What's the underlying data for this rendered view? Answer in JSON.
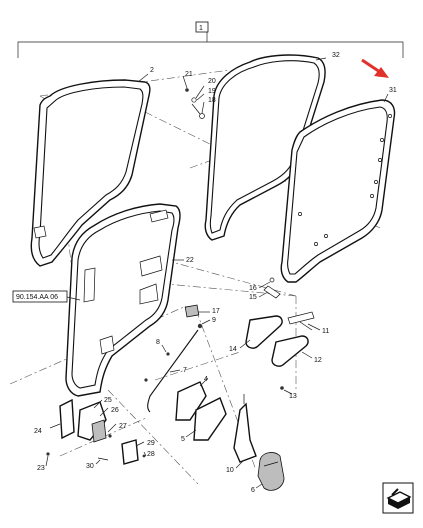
{
  "callouts": {
    "c1": "1",
    "c2": "2",
    "c4": "4",
    "c5": "5",
    "c6": "6",
    "c7": "7",
    "c8": "8",
    "c9": "9",
    "c10": "10",
    "c11": "11",
    "c12": "12",
    "c13": "13",
    "c14": "14",
    "c15": "15",
    "c16": "16",
    "c17": "17",
    "c18": "18",
    "c19": "19",
    "c20": "20",
    "c21": "21",
    "c22": "22",
    "c23": "23",
    "c24": "24",
    "c25": "25",
    "c26": "26",
    "c27": "27",
    "c28": "28",
    "c29": "29",
    "c30": "30",
    "c31": "31",
    "c32": "32"
  },
  "reference_box": "90.154.AA 06",
  "colors": {
    "highlight_arrow": "#e0322b",
    "line": "#222222"
  },
  "icons": {
    "corner_nav": "view-orientation-icon"
  }
}
